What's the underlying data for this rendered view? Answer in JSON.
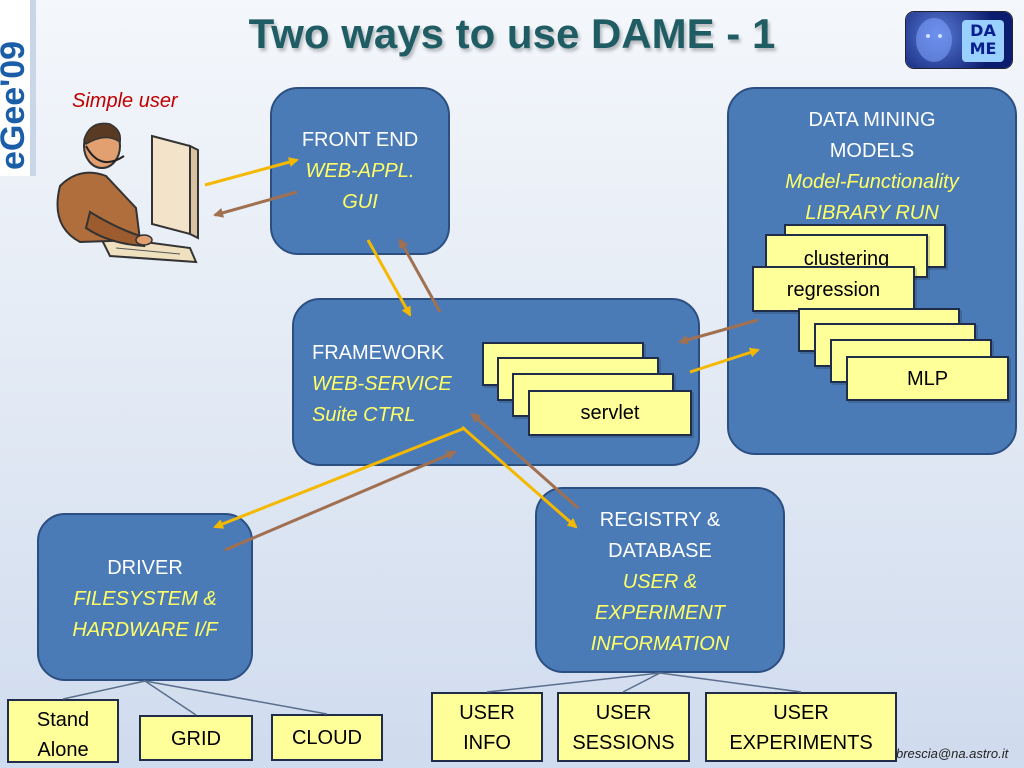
{
  "title": "Two ways to use DAME - 1",
  "logo_left": "eGee'09",
  "logo_right": "DA ME",
  "simple_user_label": "Simple user",
  "front_end": {
    "line1": "FRONT END",
    "line2": "WEB-APPL.",
    "line3": "GUI"
  },
  "framework": {
    "line1": "FRAMEWORK",
    "line2": "WEB-SERVICE",
    "line3": "Suite CTRL",
    "servlet": "servlet"
  },
  "data_mining": {
    "line1": "DATA MINING",
    "line2": "MODELS",
    "line3": "Model-Functionality",
    "line4": "LIBRARY RUN",
    "clustering": "clustering",
    "regression": "regression",
    "mlp": "MLP"
  },
  "driver": {
    "line1": "DRIVER",
    "line2": "FILESYSTEM &",
    "line3": "HARDWARE I/F"
  },
  "registry": {
    "line1": "REGISTRY &",
    "line2": "DATABASE",
    "line3": "USER &",
    "line4": "EXPERIMENT",
    "line5": "INFORMATION"
  },
  "leaves": {
    "stand_alone_1": "Stand",
    "stand_alone_2": "Alone",
    "grid": "GRID",
    "cloud": "CLOUD",
    "user_info_1": "USER",
    "user_info_2": "INFO",
    "user_sessions_1": "USER",
    "user_sessions_2": "SESSIONS",
    "user_experiments_1": "USER",
    "user_experiments_2": "EXPERIMENTS"
  },
  "email": "brescia@na.astro.it",
  "colors": {
    "blue_box": "#4a7bb7",
    "yellow_box": "#ffff99",
    "arrow_yellow": "#f5b800",
    "arrow_brown": "#a07050",
    "title": "#1f5c63"
  }
}
